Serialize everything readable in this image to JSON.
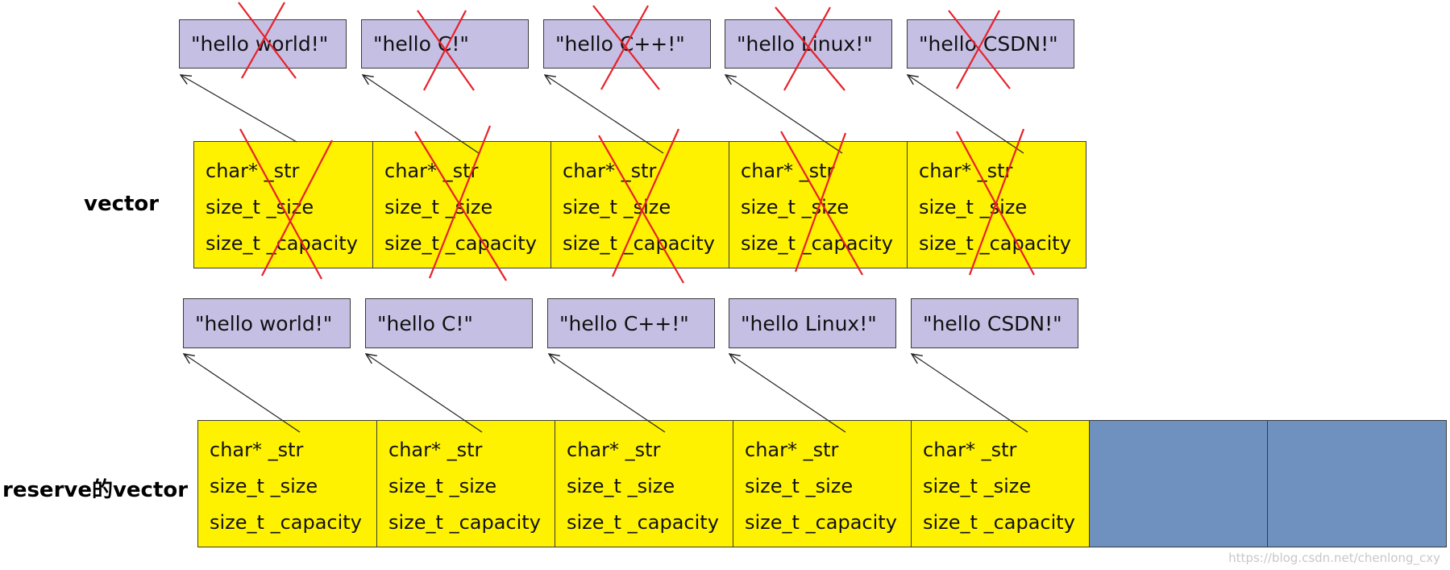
{
  "top": {
    "label": "vector",
    "strings": [
      "\"hello world!\"",
      "\"hello C!\"",
      "\"hello C++!\"",
      "\"hello Linux!\"",
      "\"hello CSDN!\""
    ],
    "fields": [
      "char* _str",
      "size_t _size",
      "size_t _capacity"
    ]
  },
  "bottom": {
    "label": "reserve的vector",
    "strings": [
      "\"hello world!\"",
      "\"hello C!\"",
      "\"hello C++!\"",
      "\"hello Linux!\"",
      "\"hello CSDN!\""
    ],
    "fields": [
      "char* _str",
      "size_t _size",
      "size_t _capacity"
    ]
  },
  "colors": {
    "string_box": "#c5bfe3",
    "cell": "#fff200",
    "empty_cell": "#6f91c0",
    "cross": "#e8202a"
  },
  "watermark": "https://blog.csdn.net/chenlong_cxy"
}
